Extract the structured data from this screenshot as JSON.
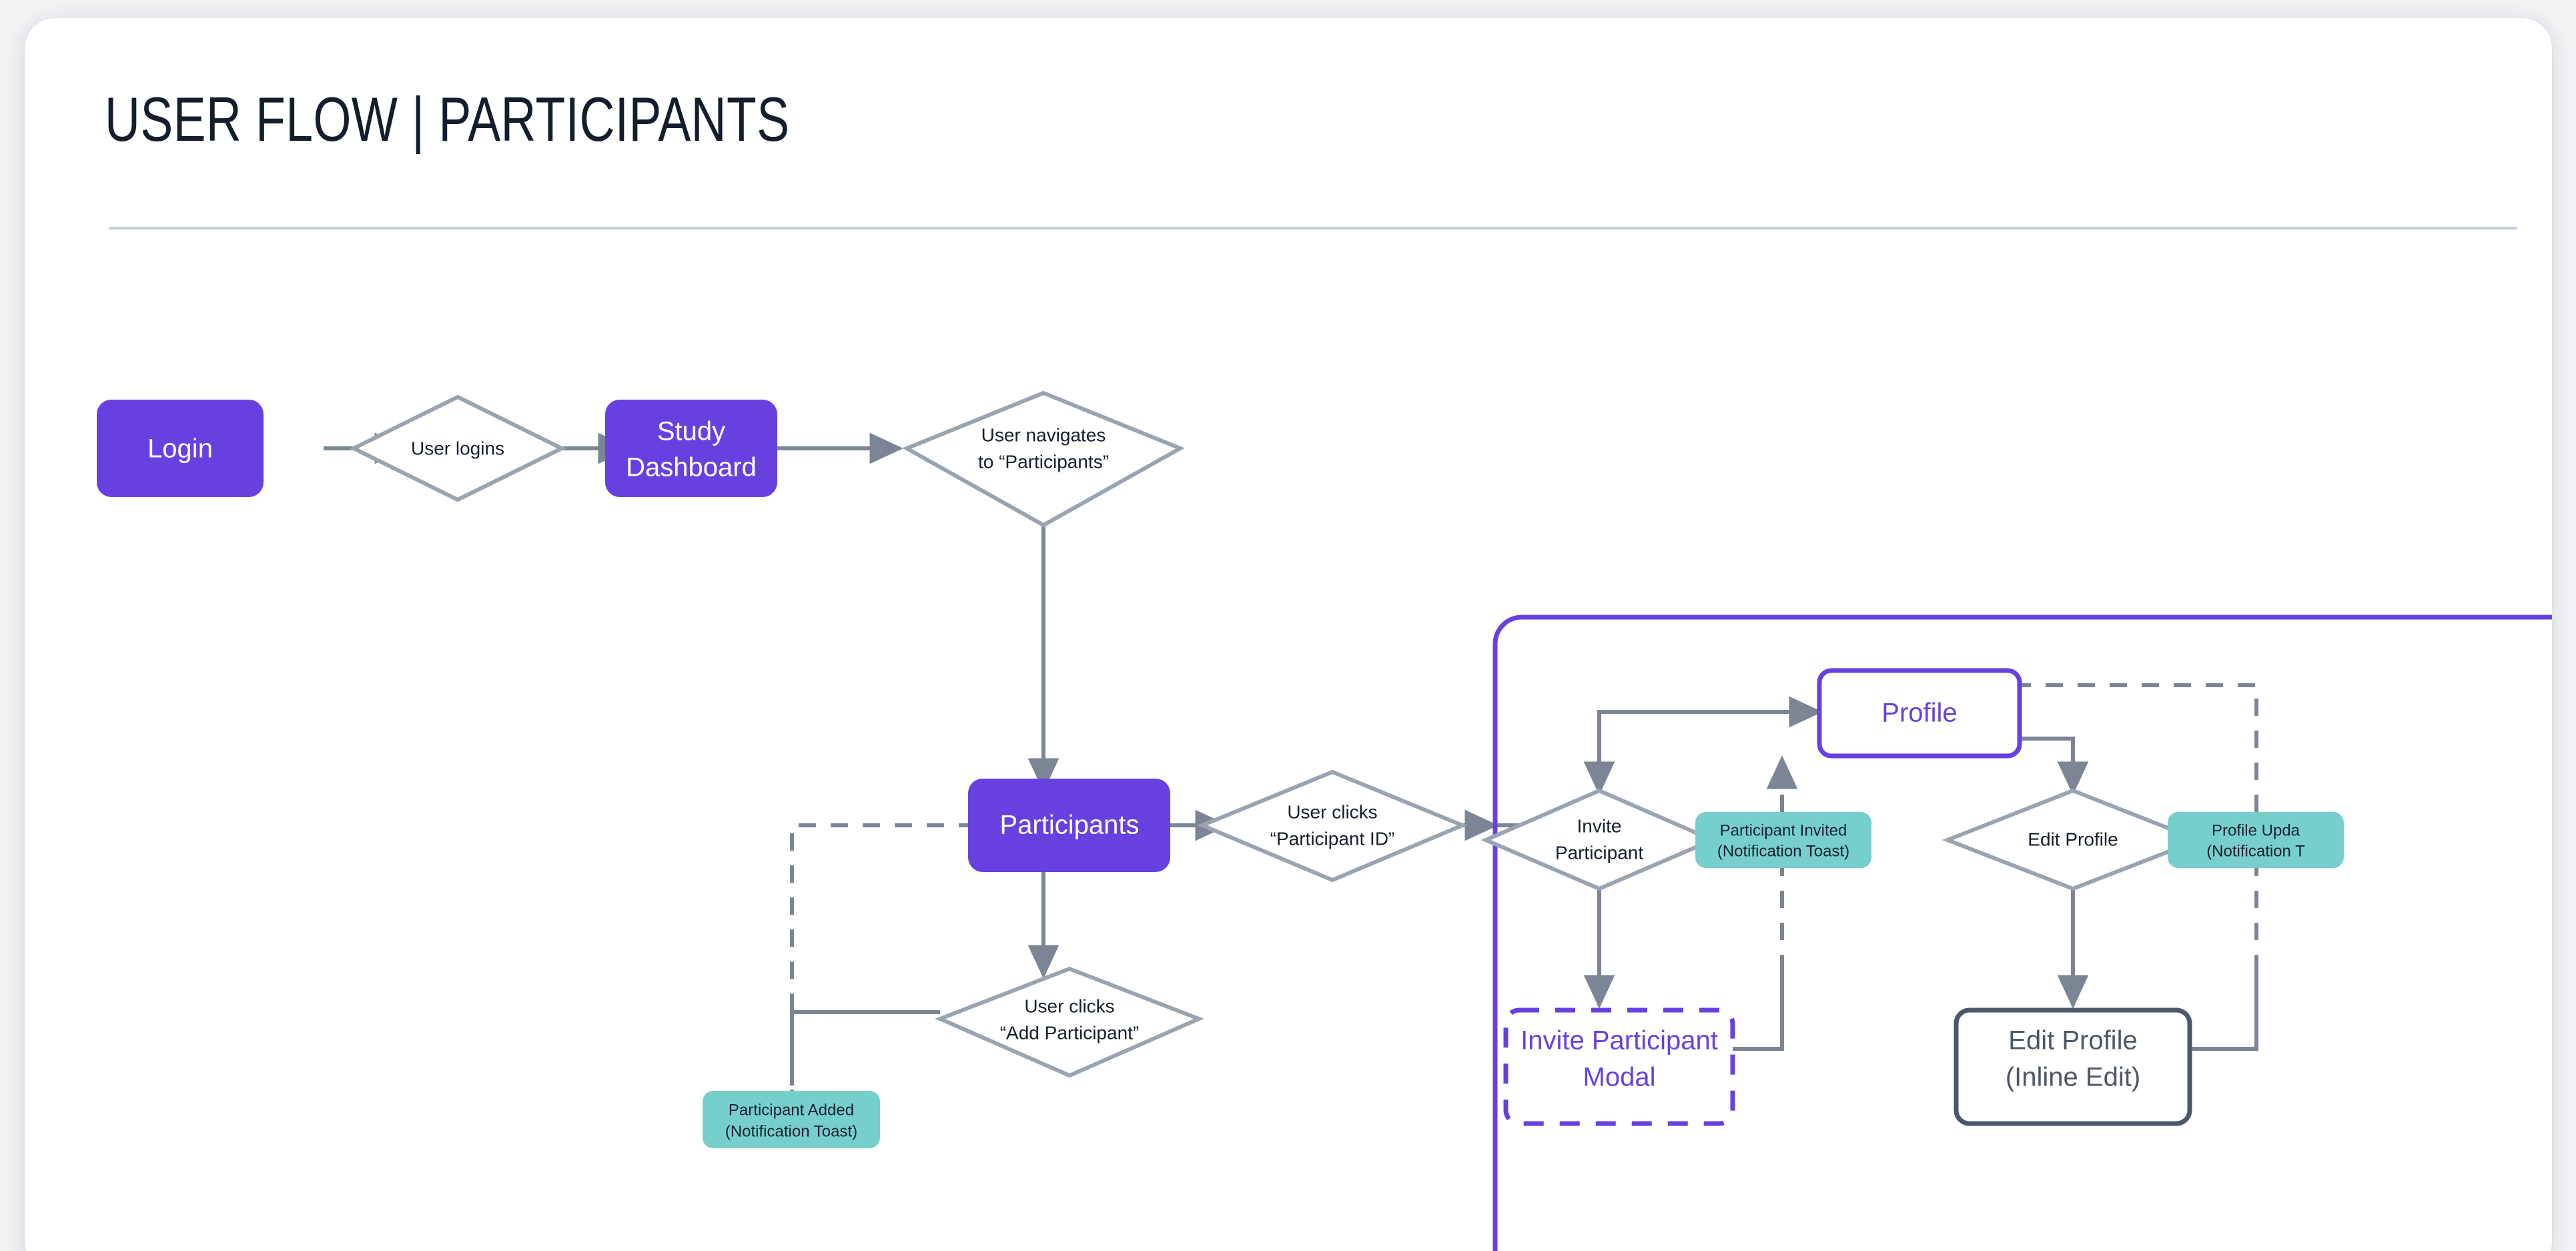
{
  "page": {
    "title": "USER FLOW | PARTICIPANTS"
  },
  "colors": {
    "brand_purple": "#6741e0",
    "process_fill": "#6741e0",
    "toast_teal": "#76cfcc",
    "connector_gray": "#7c8595",
    "decision_stroke": "#9aa3b0",
    "inline_stroke": "#4d566b",
    "divider": "#c8cedd",
    "canvas": "#ffffff",
    "backdrop": "#f2f3f5"
  },
  "flow": {
    "nodes": [
      {
        "id": "login",
        "type": "process",
        "label": "Login"
      },
      {
        "id": "user-logins",
        "type": "decision",
        "label": "User logins"
      },
      {
        "id": "study-dashboard",
        "type": "process",
        "label_line1": "Study",
        "label_line2": "Dashboard"
      },
      {
        "id": "nav-participants",
        "type": "decision",
        "label_line1": "User navigates",
        "label_line2": "to “Participants”"
      },
      {
        "id": "participants",
        "type": "process",
        "label": "Participants"
      },
      {
        "id": "click-pid",
        "type": "decision",
        "label_line1": "User clicks",
        "label_line2": "“Participant ID”"
      },
      {
        "id": "click-add",
        "type": "decision",
        "label_line1": "User clicks",
        "label_line2": "“Add Participant”"
      },
      {
        "id": "toast-added",
        "type": "toast",
        "label_line1": "Participant Added",
        "label_line2": "(Notification Toast)"
      },
      {
        "id": "profile",
        "type": "screen",
        "label": "Profile"
      },
      {
        "id": "invite-participant",
        "type": "decision",
        "label_line1": "Invite",
        "label_line2": "Participant"
      },
      {
        "id": "invite-modal",
        "type": "modal",
        "label_line1": "Invite Participant",
        "label_line2": "Modal"
      },
      {
        "id": "toast-invited",
        "type": "toast",
        "label_line1": "Participant Invited",
        "label_line2": "(Notification Toast)"
      },
      {
        "id": "edit-profile",
        "type": "decision",
        "label": "Edit Profile"
      },
      {
        "id": "edit-profile-inline",
        "type": "inline",
        "label_line1": "Edit Profile",
        "label_line2": "(Inline Edit)"
      },
      {
        "id": "toast-updated",
        "type": "toast",
        "label_line1": "Profile Upda",
        "label_line2": "(Notification T"
      }
    ]
  }
}
